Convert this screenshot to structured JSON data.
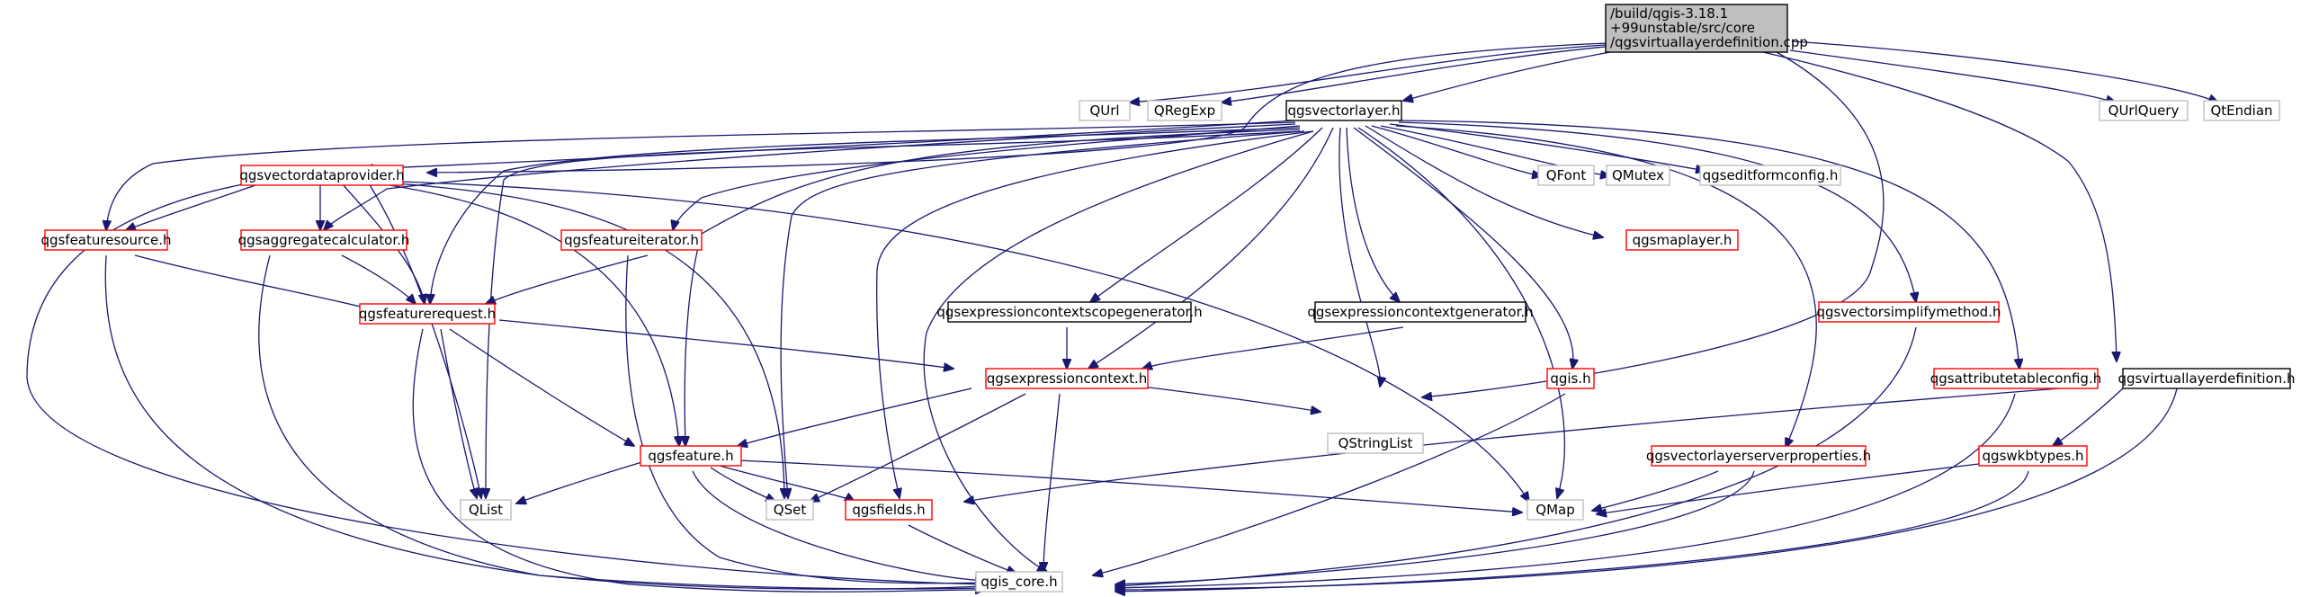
{
  "graph": {
    "root": {
      "lines": [
        "/build/qgis-3.18.1",
        "+99unstable/src/core",
        "/qgsvirtuallayerdefinition.cpp"
      ]
    },
    "nodes": {
      "qurl": {
        "label": "QUrl"
      },
      "qregexp": {
        "label": "QRegExp"
      },
      "qgsvectorlayer": {
        "label": "qgsvectorlayer.h"
      },
      "qurlquery": {
        "label": "QUrlQuery"
      },
      "qtendian": {
        "label": "QtEndian"
      },
      "qgsvectordataprovider": {
        "label": "qgsvectordataprovider.h"
      },
      "qfont": {
        "label": "QFont"
      },
      "qmutex": {
        "label": "QMutex"
      },
      "qgseditformconfig": {
        "label": "qgseditformconfig.h"
      },
      "qgsfeaturesource": {
        "label": "qgsfeaturesource.h"
      },
      "qgsaggregatecalculator": {
        "label": "qgsaggregatecalculator.h"
      },
      "qgsfeatureiterator": {
        "label": "qgsfeatureiterator.h"
      },
      "qgsmaplayer": {
        "label": "qgsmaplayer.h"
      },
      "qgsfeaturerequest": {
        "label": "qgsfeaturerequest.h"
      },
      "qgsexpressioncontextscopegenerator": {
        "label": "qgsexpressioncontextscopegenerator.h"
      },
      "qgsexpressioncontextgenerator": {
        "label": "qgsexpressioncontextgenerator.h"
      },
      "qgsvectorsimplifymethod": {
        "label": "qgsvectorsimplifymethod.h"
      },
      "qgsexpressioncontext": {
        "label": "qgsexpressioncontext.h"
      },
      "qgis": {
        "label": "qgis.h"
      },
      "qgsattributetableconfig": {
        "label": "qgsattributetableconfig.h"
      },
      "qgsvirtuallayerdefinition": {
        "label": "qgsvirtuallayerdefinition.h"
      },
      "qgsfeature": {
        "label": "qgsfeature.h"
      },
      "qstringlist": {
        "label": "QStringList"
      },
      "qgsvectorlayerserverproperties": {
        "label": "qgsvectorlayerserverproperties.h"
      },
      "qgswkbtypes": {
        "label": "qgswkbtypes.h"
      },
      "qlist": {
        "label": "QList"
      },
      "qset": {
        "label": "QSet"
      },
      "qgsfields": {
        "label": "qgsfields.h"
      },
      "qmap": {
        "label": "QMap"
      },
      "qgis_core": {
        "label": "qgis_core.h"
      }
    }
  },
  "colors": {
    "edge": "#191970",
    "root_fill": "#bfbfbf",
    "external_border": "#bfbfbf",
    "documented_border": "#000000",
    "undocumented_border": "#ff0000"
  }
}
